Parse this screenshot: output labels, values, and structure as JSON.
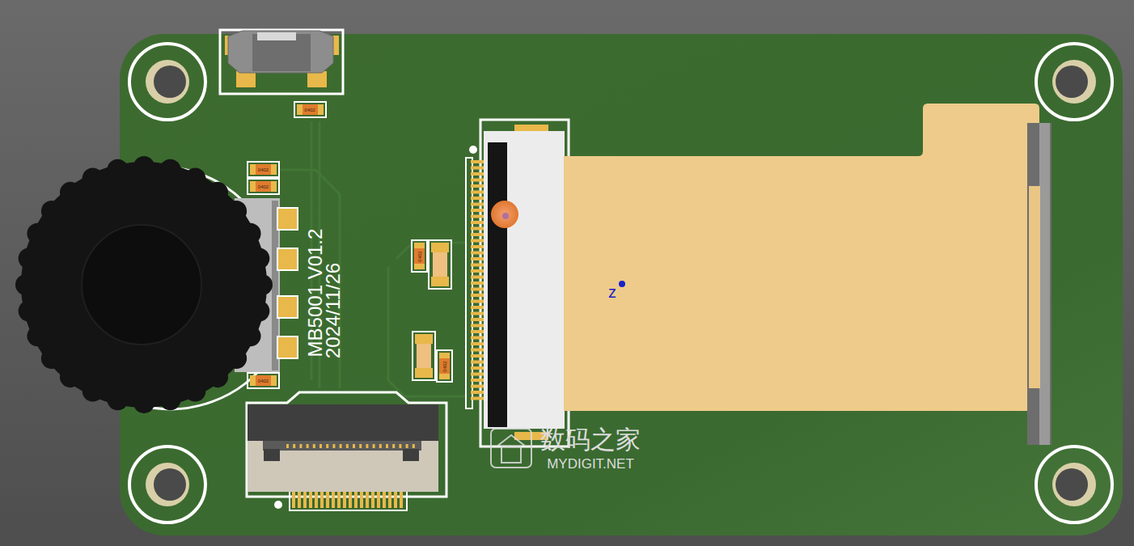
{
  "diagram": {
    "labels": [
      "0402",
      "0402",
      "0402",
      "0402",
      "0402",
      "0402",
      "MB5001 V01.2",
      "2024/11/26",
      "z",
      "数码之家",
      "MYDIGIT.NET"
    ]
  }
}
